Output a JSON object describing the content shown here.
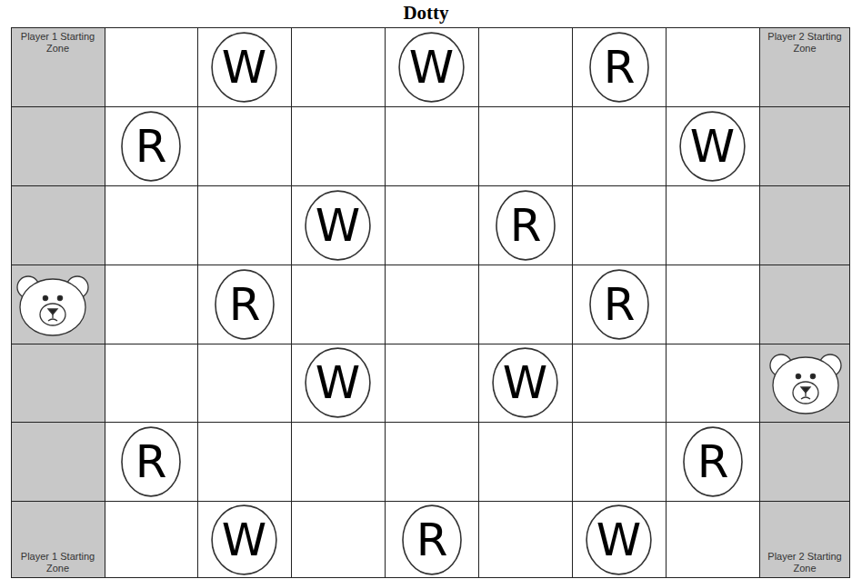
{
  "diagram": {
    "title": "Dotty",
    "nodes": [
      {
        "text": [
          "Player 1 Starting Zone"
        ]
      },
      {
        "text": [
          "W"
        ]
      },
      {
        "text": [
          "W"
        ]
      },
      {
        "text": [
          "R"
        ]
      },
      {
        "text": [
          "Player 2 Starting Zone"
        ]
      },
      {
        "text": [
          "R"
        ]
      },
      {
        "text": [
          "W"
        ]
      },
      {
        "text": [
          "W"
        ]
      },
      {
        "text": [
          "R"
        ]
      },
      {
        "text": [
          "R"
        ]
      },
      {
        "text": [
          "R"
        ]
      },
      {
        "text": [
          "W"
        ]
      },
      {
        "text": [
          "W"
        ]
      },
      {
        "text": [
          "R"
        ]
      },
      {
        "text": [
          "R"
        ]
      },
      {
        "text": [
          "Player 1 Starting Zone"
        ]
      },
      {
        "text": [
          "W"
        ]
      },
      {
        "text": [
          "R"
        ]
      },
      {
        "text": [
          "W"
        ]
      },
      {
        "text": [
          "Player 2 Starting Zone"
        ]
      }
    ]
  }
}
